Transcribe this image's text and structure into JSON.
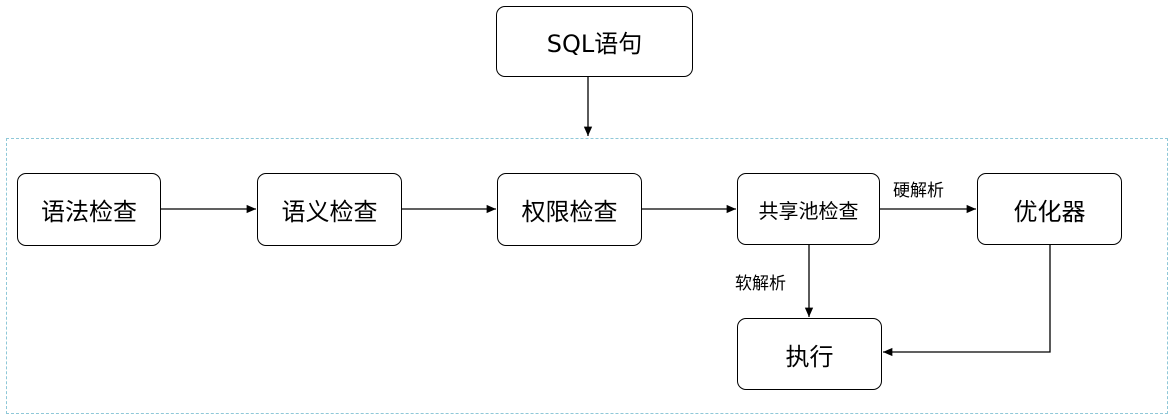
{
  "nodes": {
    "sql": "SQL语句",
    "syntax": "语法检查",
    "semantic": "语义检查",
    "permission": "权限检查",
    "shared_pool": "共享池检查",
    "optimizer": "优化器",
    "execute": "执行"
  },
  "edge_labels": {
    "hard_parse": "硬解析",
    "soft_parse": "软解析"
  },
  "colors": {
    "container_border": "#8fc8d8",
    "stroke": "#000000"
  }
}
